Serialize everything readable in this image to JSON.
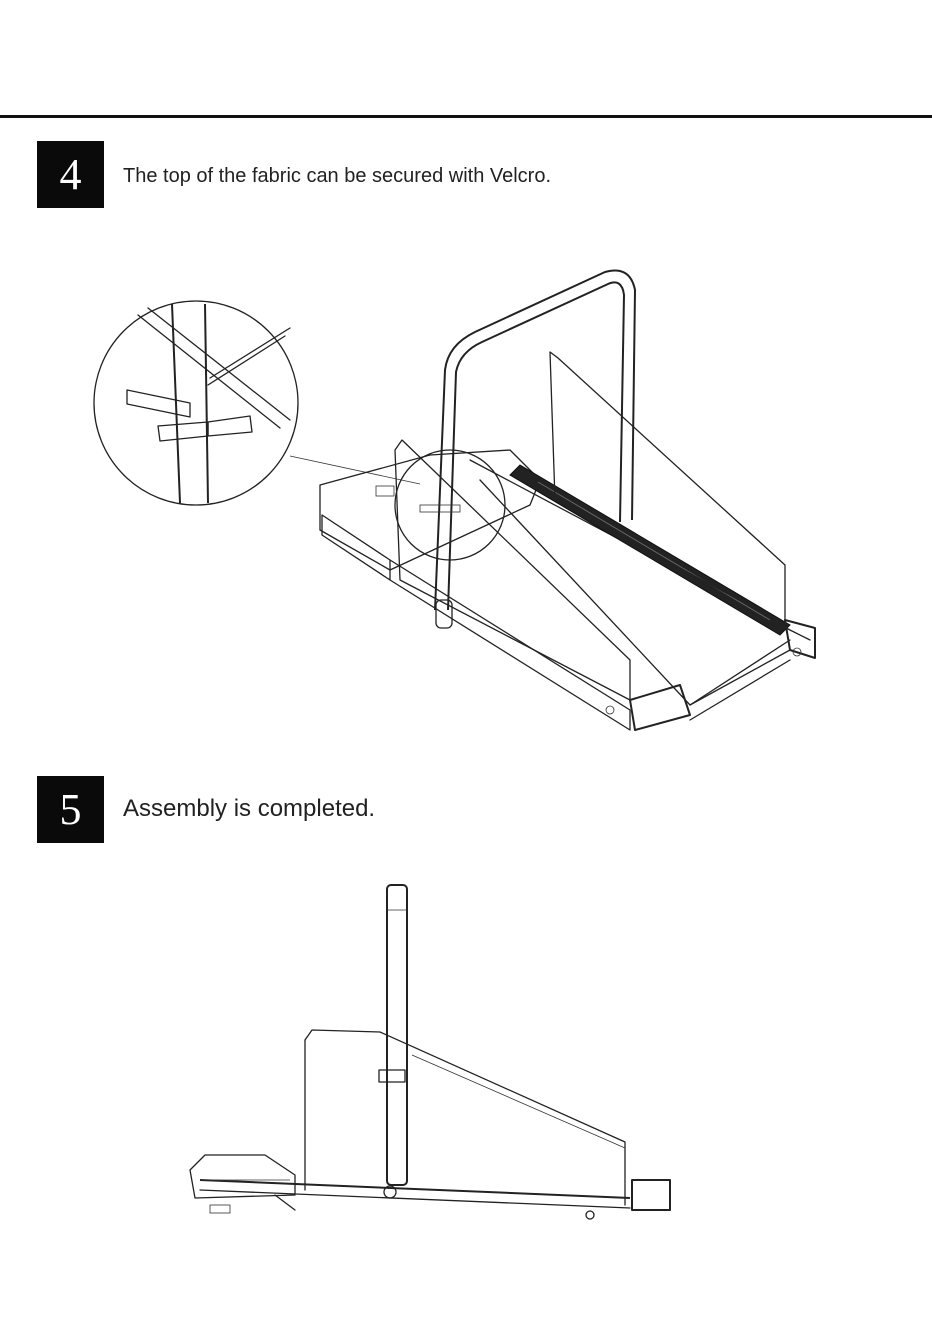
{
  "steps": [
    {
      "number": "4",
      "text": "The top of the fabric can be secured with Velcro."
    },
    {
      "number": "5",
      "text": "Assembly is completed."
    }
  ]
}
